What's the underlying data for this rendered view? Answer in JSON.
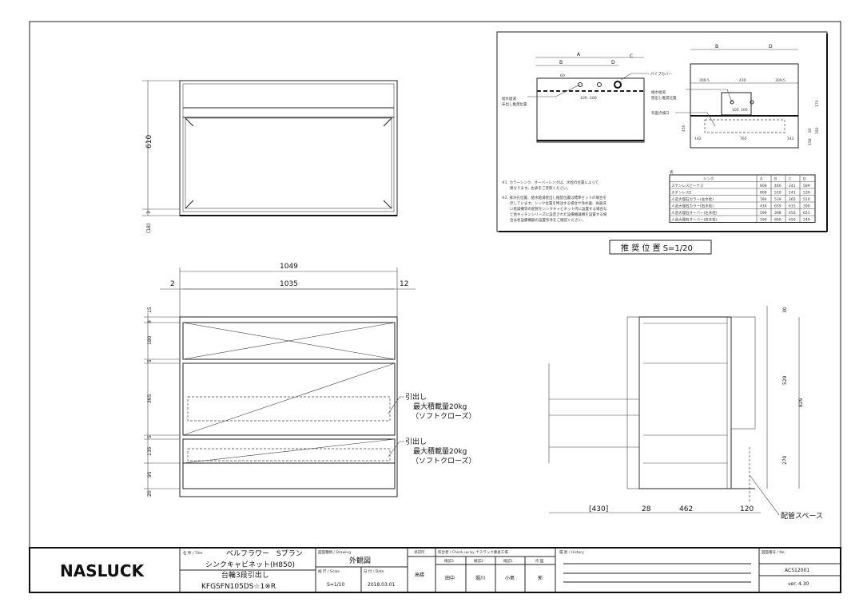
{
  "front_view": {
    "dim_total_width": "1049",
    "dim_inner_width": "1035",
    "dim_left": "2",
    "dim_right": "12",
    "dims_vertical": [
      "15",
      "9",
      "180",
      "5",
      "365",
      "5",
      "135",
      "95",
      "20"
    ],
    "drawer_note_1": [
      "引出し",
      "最大積載量20kg",
      "（ソフトクローズ）"
    ],
    "drawer_note_2": [
      "引出し",
      "最大積載量20kg",
      "（ソフトクローズ）"
    ]
  },
  "top_view": {
    "dim_depth": "610",
    "dim_3": "3",
    "dim_18": "(18)"
  },
  "side_view": {
    "dims_vertical": [
      "30",
      "529",
      "829",
      "270"
    ],
    "dims_bottom": [
      "[430]",
      "28",
      "462",
      "120"
    ],
    "pipe_space_label": "配管スペース"
  },
  "recommended": {
    "caption": "推 奨 位 置 S=1/20",
    "left_view": {
      "A": "A",
      "B": "B",
      "C": "C",
      "D": "D",
      "dim_60": "60",
      "dim_100a": "100",
      "dim_100b": "100",
      "pipe_cover": "パイプカバー",
      "floor_label": [
        "給水給湯",
        "床出し推奨位置"
      ]
    },
    "right_view": {
      "B": "B",
      "D": "D",
      "d1": "309.5",
      "d2": "430",
      "d3": "309.5",
      "d4": "100",
      "d5": "100",
      "wall_label": [
        "給水給湯",
        "壁出し推奨位置"
      ],
      "inspection": "背面点検口",
      "h450": "450",
      "h170": "170",
      "h80": "80",
      "h350": "350",
      "h158": "158",
      "w142a": "142",
      "w765": "765",
      "w142b": "142"
    },
    "notes": [
      [
        "※1. カラーシンク、オーバーシンクは、水栓の位置によって",
        "異なります。右表をご参照ください。"
      ],
      [
        "※2. 排水孔位置、給水給湯壁出し推奨位置は標準セットの場合を",
        "示しています。シンク位置を特注する場合や浄水器、食器洗",
        "い乾燥機等の配管をシンクキャビネット内に設置する場合な",
        "ど他キッチンシリーズに設定された設備機器類を設置する場",
        "合は各設備機器の設置条件をご確認ください。"
      ]
    ],
    "table": {
      "title": "表",
      "headers": [
        "シンク",
        "A",
        "B",
        "C",
        "D"
      ],
      "rows": [
        [
          "ステンレスビーナス",
          "808",
          "460",
          "241",
          "589"
        ],
        [
          "ステンレスE",
          "808",
          "510",
          "241",
          "539"
        ],
        [
          "人造大理石カラー(左水栓)",
          "784",
          "539",
          "265",
          "510"
        ],
        [
          "人造大理石カラー(右水栓)",
          "434",
          "659",
          "615",
          "390"
        ],
        [
          "人造大理石オーバー(左水栓)",
          "599",
          "398",
          "450",
          "651"
        ],
        [
          "人造大理石オーバー(右水栓)",
          "599",
          "800",
          "450",
          "249"
        ]
      ]
    }
  },
  "title_block": {
    "logo": "NASLUCK",
    "title_label": "名 称 / Title",
    "title_line1": "ベルフラワー　Sプラン",
    "title_line2": "シンクキャビネット(H850)",
    "title_line3": "台輪3段引出し",
    "title_line4": "KFGSFN105DS☆1※R",
    "drawing_label": "図面種類 / Drawing",
    "drawing_value": "外観図",
    "scale_label": "縮 尺 / Scale",
    "scale_value": "S=1/10",
    "date_label": "日 付 / Date",
    "date_value": "2018.03.01",
    "approval_label": "承認印",
    "approval_value": "高橋",
    "check_label": "照合者 / Check up by ナスラック藤倉工場",
    "check_roles": [
      "確認3",
      "確認2",
      "確認1",
      "作 図"
    ],
    "check_names": [
      "田中",
      "堀川",
      "小島",
      "郭"
    ],
    "history_label": "履 歴 / History",
    "no_label": "図面番号 / No.",
    "no_value": "ACS12001",
    "version": "ver. 4.30"
  }
}
